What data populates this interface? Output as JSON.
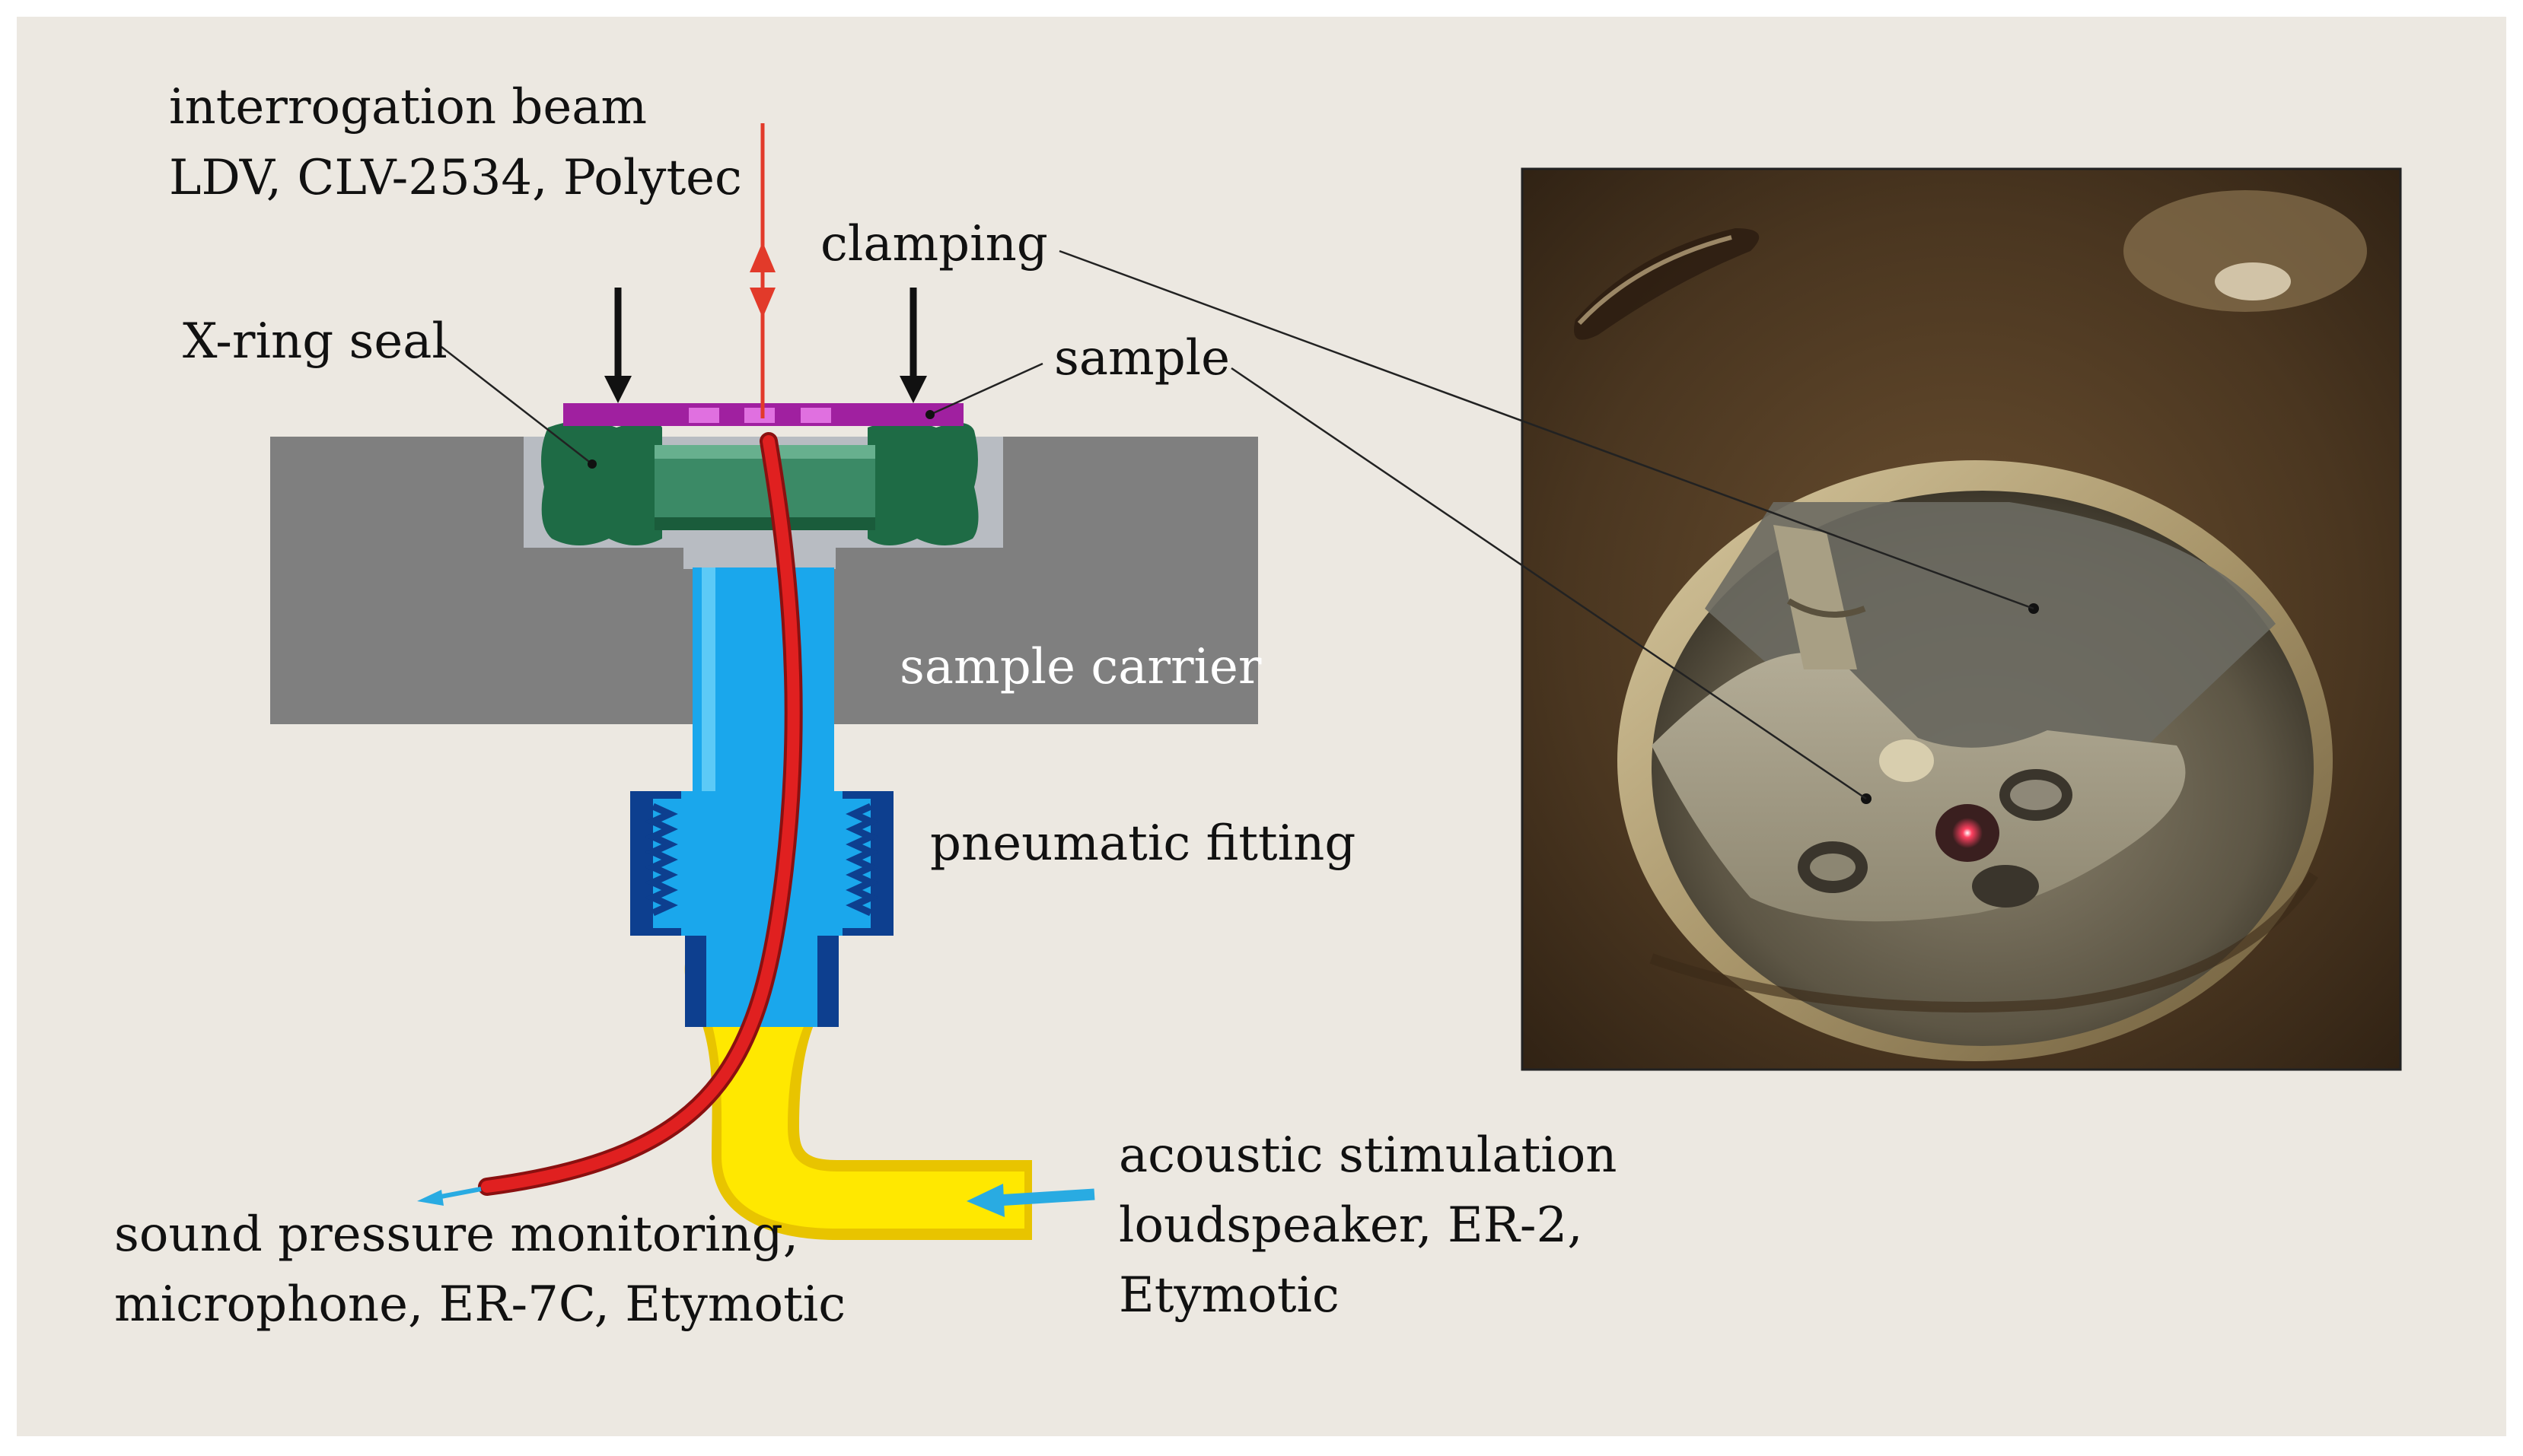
{
  "labels": {
    "beam_line1": "interrogation beam",
    "beam_line2": "LDV, CLV-2534, Polytec",
    "clamping": "clamping",
    "xring": "X-ring seal",
    "sample": "sample",
    "carrier": "sample carrier",
    "fitting": "pneumatic fitting",
    "acoustic_line1": "acoustic stimulation",
    "acoustic_line2": "loudspeaker, ER-2,",
    "acoustic_line3": "Etymotic",
    "sound_line1": "sound pressure monitoring,",
    "sound_line2": "microphone, ER-7C, Etymotic"
  },
  "colors": {
    "background": "#ece8e1",
    "carrier": "#7f7f7f",
    "seal": "#1e6b45",
    "sample": "#a020a0",
    "tube": "#1aa7ec",
    "fitting": "#0d3f8f",
    "probe": "#e02020",
    "yellow_tube": "#ffe800",
    "laser": "#e23a2a",
    "arrow_blue": "#29abe2"
  }
}
